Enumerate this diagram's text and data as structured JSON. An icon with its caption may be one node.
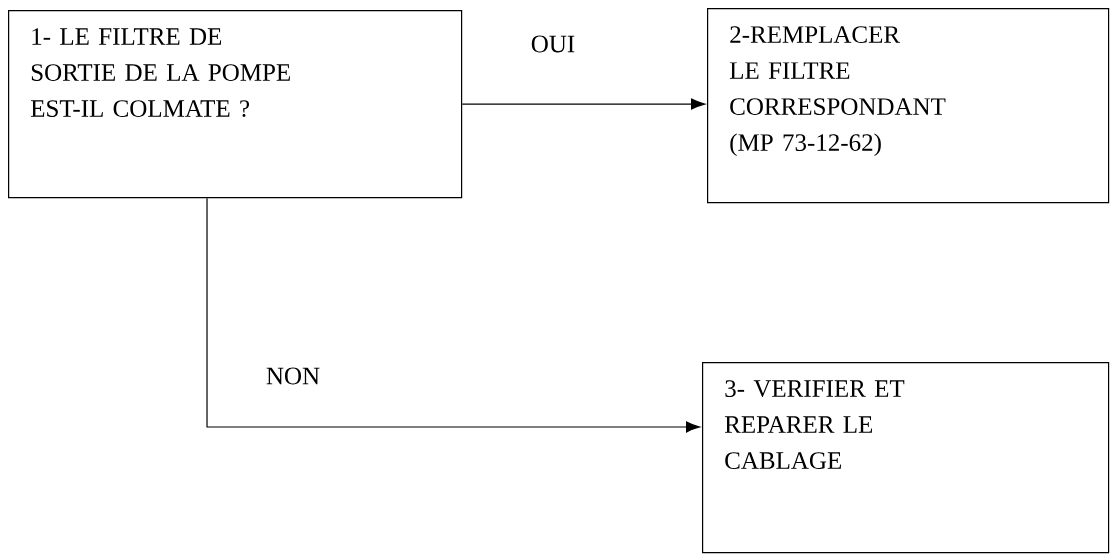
{
  "diagram": {
    "nodes": [
      {
        "text": [
          "1- LE FILTRE DE SORTIE DE LA POMPE EST-IL COLMATE ?"
        ]
      },
      {
        "text": [
          "2-REMPLACER LE FILTRE CORRESPONDANT (MP 73-12-62)"
        ]
      },
      {
        "text": [
          "3- VERIFIER ET REPARER LE CABLAGE"
        ]
      }
    ],
    "edges": [
      {
        "from": 0,
        "to": 1,
        "arrow": "to",
        "label": "OUI"
      },
      {
        "from": 0,
        "to": 2,
        "arrow": "to",
        "label": "NON"
      }
    ]
  }
}
